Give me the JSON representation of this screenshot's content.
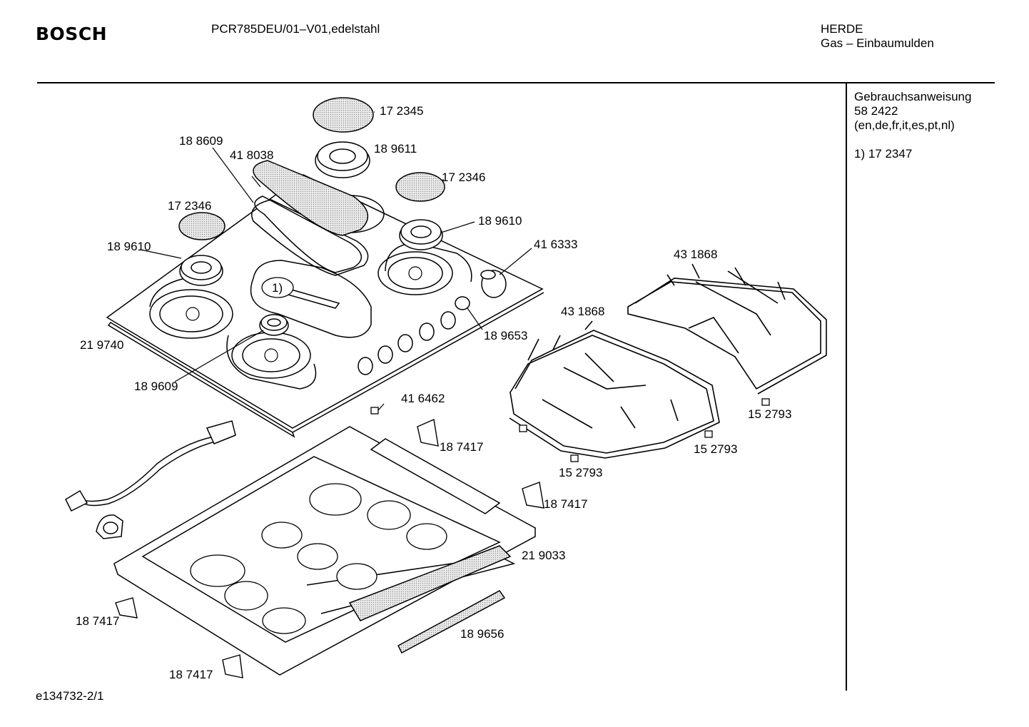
{
  "header": {
    "brand": "BOSCH",
    "model": "PCR785DEU/01–V01,edelstahl",
    "category_line1": "HERDE",
    "category_line2": "Gas – Einbaumulden"
  },
  "sidebar": {
    "line1": "Gebrauchsanweisung",
    "line2": "58 2422",
    "line3": "(en,de,fr,it,es,pt,nl)",
    "note": "1)  17 2347"
  },
  "footer": {
    "code": "e134732-2/1"
  },
  "callout": {
    "label": "1)"
  },
  "parts": {
    "p172345": "17 2345",
    "p189611": "18 9611",
    "p188609": "18 8609",
    "p418038": "41 8038",
    "p172346a": "17 2346",
    "p172346b": "17 2346",
    "p189610a": "18 9610",
    "p189610b": "18 9610",
    "p416333": "41 6333",
    "p431868a": "43 1868",
    "p431868b": "43 1868",
    "p219740": "21 9740",
    "p189653": "18 9653",
    "p189609": "18 9609",
    "p416462": "41 6462",
    "p187417a": "18 7417",
    "p187417b": "18 7417",
    "p187417c": "18 7417",
    "p187417d": "18 7417",
    "p152793a": "15 2793",
    "p152793b": "15 2793",
    "p152793c": "15 2793",
    "p219033": "21 9033",
    "p189656": "18 9656"
  }
}
